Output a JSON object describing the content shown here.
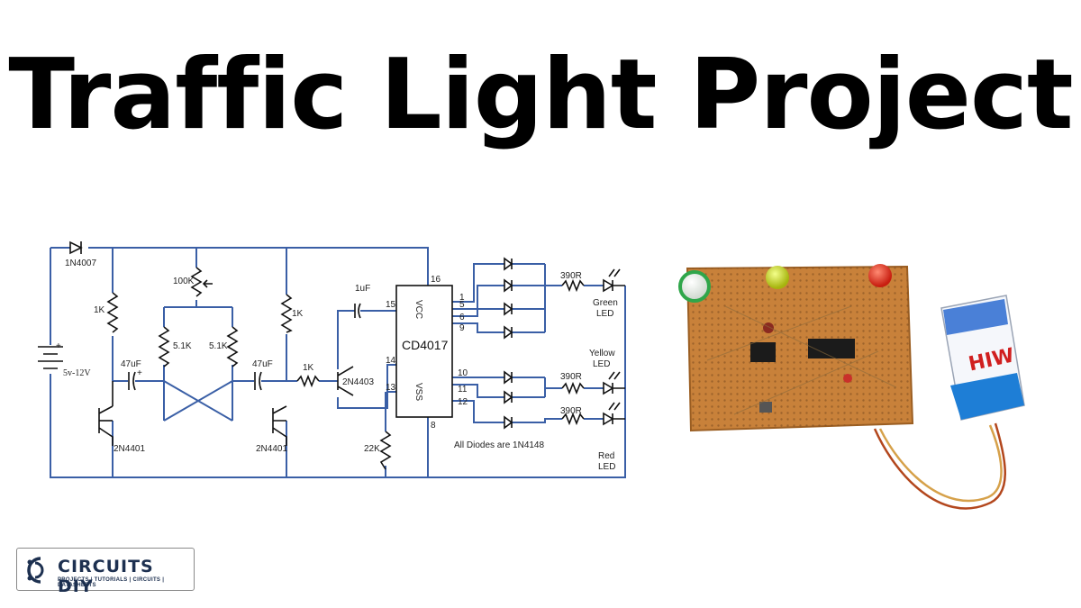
{
  "title": "Traffic Light Project",
  "schematic": {
    "diode_in": "1N4007",
    "supply": "5v-12V",
    "supply_plus": "+",
    "r_left": "1K",
    "pot": "100K",
    "r_51k_left": "5.1K",
    "r_51k_right": "5.1K",
    "r_right": "1K",
    "cap_left": "47uF",
    "cap_right": "47uF",
    "cap_plus": "+",
    "q_left": "2N4401",
    "q_right": "2N4401",
    "r_base": "1K",
    "q_pnp": "2N4403",
    "cap_top": "1uF",
    "r_22k": "22K",
    "ic_name": "CD4017",
    "ic_vcc": "VCC",
    "ic_vss": "VSS",
    "pin16": "16",
    "pin15": "15",
    "pin14": "14",
    "pin13": "13",
    "pin8": "8",
    "pins_out": [
      "1",
      "5",
      "6",
      "9",
      "10",
      "11",
      "12"
    ],
    "r_green": "390R",
    "r_yellow": "390R",
    "r_red": "390R",
    "led_green": [
      "Green",
      "LED"
    ],
    "led_yellow": [
      "Yellow",
      "LED"
    ],
    "led_red": [
      "Red",
      "LED"
    ],
    "diode_note": "All Diodes are 1N4148"
  },
  "battery": {
    "brand": "HIW"
  },
  "logo": {
    "name": "CIRCUITS DIY",
    "tagline": "PROJECTS | TUTORIALS | CIRCUITS | DATASHEETS"
  },
  "colors": {
    "wire": "#3a5fa6",
    "board": "#c8813a",
    "led_red": "#e0301e",
    "led_yellow": "#c9d81a",
    "led_white": "#f4f4f4"
  }
}
